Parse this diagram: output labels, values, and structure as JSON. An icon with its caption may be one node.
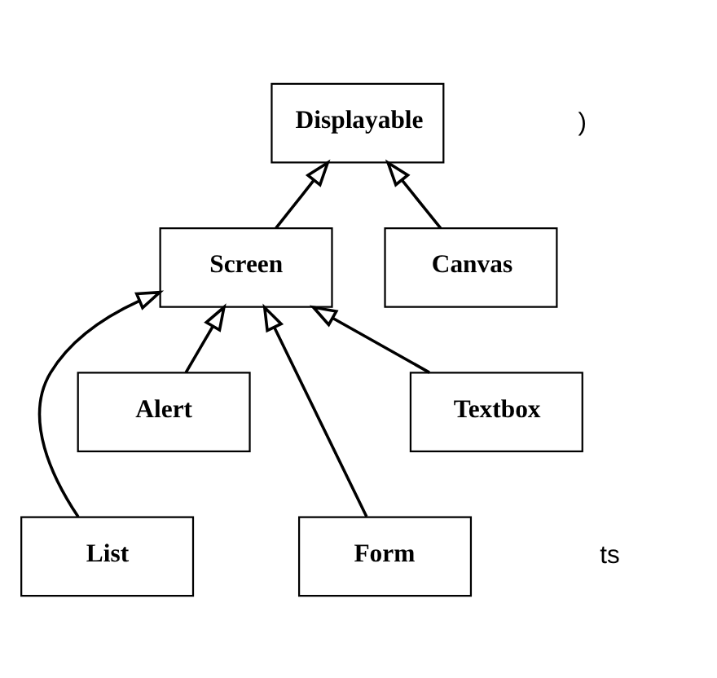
{
  "diagram": {
    "nodes": [
      {
        "text": [
          "Displayable"
        ]
      },
      {
        "text": [
          "Screen"
        ]
      },
      {
        "text": [
          "Canvas"
        ]
      },
      {
        "text": [
          "Alert"
        ]
      },
      {
        "text": [
          "Textbox"
        ]
      },
      {
        "text": [
          "List"
        ]
      },
      {
        "text": [
          "Form"
        ]
      }
    ],
    "edges": [
      {
        "from": 1,
        "to": 0,
        "arrow": "to"
      },
      {
        "from": 2,
        "to": 0,
        "arrow": "to"
      },
      {
        "from": 3,
        "to": 1,
        "arrow": "to"
      },
      {
        "from": 5,
        "to": 1,
        "arrow": "to"
      },
      {
        "from": 6,
        "to": 1,
        "arrow": "to"
      },
      {
        "from": 4,
        "to": 1,
        "arrow": "to"
      }
    ],
    "labels": [
      ")",
      "ts"
    ]
  }
}
